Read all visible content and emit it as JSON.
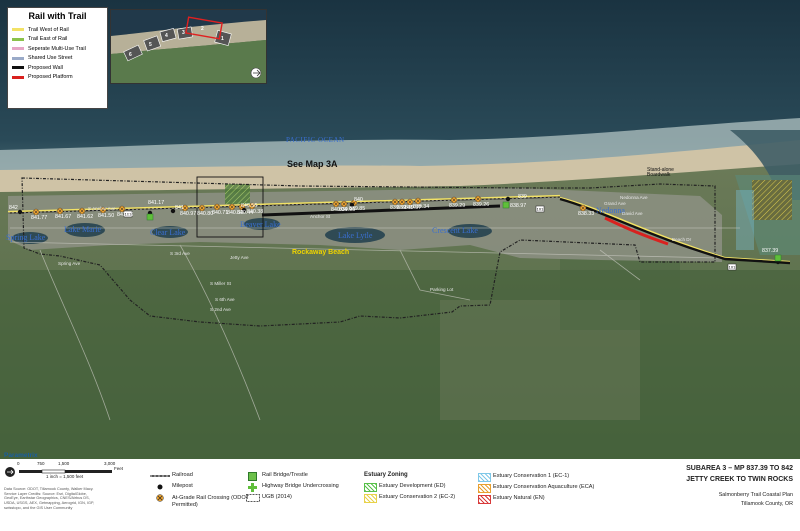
{
  "legend": {
    "title": "Rail with Trail",
    "items": [
      {
        "label": "Trail West of Rail",
        "color": "#f2e266"
      },
      {
        "label": "Trail East of Rail",
        "color": "#8bc24a"
      },
      {
        "label": "Seperate Multi-Use Trail",
        "color": "#e6a6c6"
      },
      {
        "label": "Shared Use Street",
        "color": "#9aaac8"
      },
      {
        "label": "Proposed Wall",
        "color": "#111111"
      },
      {
        "label": "Proposed Platform",
        "color": "#d9211f"
      }
    ]
  },
  "inset": {
    "map_numbers": [
      "1",
      "2",
      "3",
      "4",
      "5",
      "6"
    ]
  },
  "map": {
    "see_map": "See Map 3A",
    "ocean": "PACIFIC OCEAN",
    "places": {
      "spring_lake": "Spring Lake",
      "lake_marie": "Lake Marie",
      "clear_lake": "Clear Lake",
      "beaver_lake": "Beaver Lake",
      "lake_lytle": "Lake Lytle",
      "crescent_lake": "Crescent Lake",
      "rockaway_beach": "Rockaway Beach",
      "nedonna": "Nedonna"
    },
    "stand_alone": "Stand-alone Boardwalk",
    "milepost_labels": [
      "841.17",
      "841",
      "840.56",
      "840",
      "839",
      "838.97",
      "837.39",
      "842"
    ],
    "ped_labels": [
      "841.77",
      "841.67",
      "841.62",
      "841.50",
      "841.46",
      "840.97",
      "840.80",
      "840.71",
      "840.52",
      "840.44",
      "840.38",
      "840.04",
      "839.95",
      "839.85",
      "839.52",
      "839.41",
      "839.37",
      "839.34",
      "839.29",
      "839.26",
      "838.33"
    ],
    "highway": "101",
    "streets": [
      "S Anchor Ave",
      "Spring Ave",
      "S 3rd Ave",
      "S 6th Ave",
      "Jetty Ave",
      "Anchor St",
      "S Miller St",
      "S 2nd Ave",
      "Grand Ave",
      "Nedonna Ave",
      "David Ave",
      "Beach Dr"
    ],
    "parking": "Parking Lot"
  },
  "scale": {
    "ticks": [
      "0",
      "750",
      "1,500",
      "3,000"
    ],
    "unit": "Feet",
    "ratio": "1 inch = 1,500 feet"
  },
  "logo": "Parametrix",
  "fine_print": "Data Source: ODOT, Tillamook County, Walker Macy. Service Layer Credits: Source: Esri, DigitalGlobe, GeoEye, Earthstar Geographics, CNES/Airbus DS, USDA, USGS, AEX, Getmapping, Aerogrid, IGN, IGP, swisstopo, and the GIS User Community",
  "bottom_legend": {
    "railroad": "Railroad",
    "milepost": "Milepost",
    "crossing": "At-Grade Rail Crossing (ODOT Permitted)",
    "rail_bridge": "Rail Bridge/Trestle",
    "hwy_under": "Highway Bridge Undercrossing",
    "ugb": "UGB (2014)",
    "zoning_header": "Estuary Zoning",
    "zoning": [
      {
        "label": "Estuary Development (ED)",
        "color": "#58c04a"
      },
      {
        "label": "Estuary Conservation 2 (EC-2)",
        "color": "#e8d24a"
      },
      {
        "label": "Estuary Conservation 1 (EC-1)",
        "color": "#7fc8e8"
      },
      {
        "label": "Estuary Conservation Aquaculture (ECA)",
        "color": "#e8a030"
      },
      {
        "label": "Estuary Natural (EN)",
        "color": "#d83a3a"
      }
    ]
  },
  "title_block": {
    "subarea": "SUBAREA 3 – MP 837.39 TO 842",
    "name": "JETTY CREEK TO TWIN ROCKS",
    "plan": "Salmonberry Trail Coastal Plan",
    "county": "Tillamook County, OR"
  },
  "colors": {
    "ocean": "#1e3a4a",
    "surf": "#c8d4d2",
    "beach": "#cfc3a6",
    "land": "#5d7450",
    "town": "#8a8d80",
    "rail": "#111111",
    "trail_west": "#f2e266",
    "trail_east": "#8bc24a",
    "platform": "#d9211f",
    "ugb": "#222222"
  }
}
